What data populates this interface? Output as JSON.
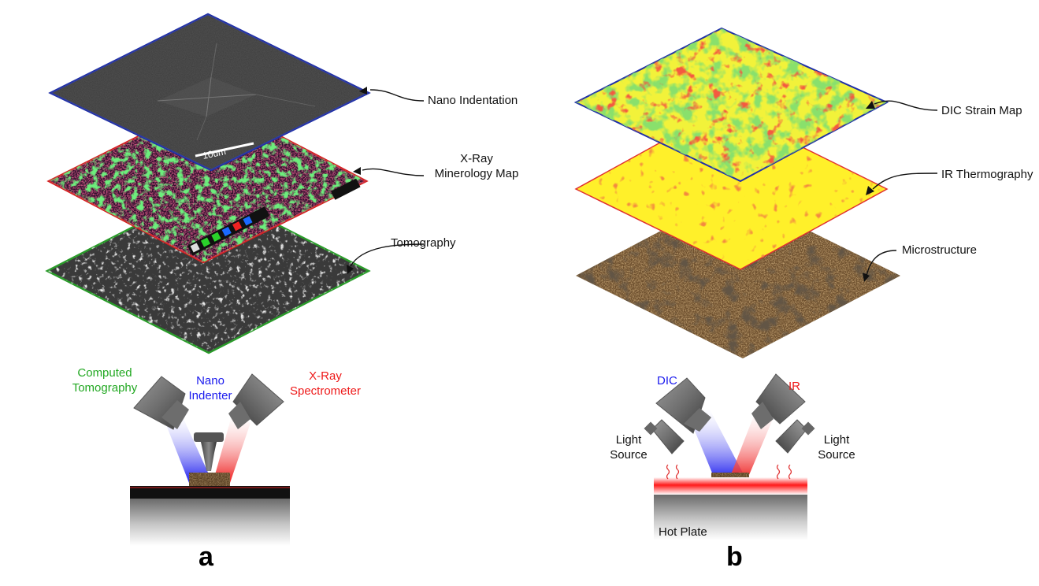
{
  "panel_a": {
    "letter": "a",
    "layers": {
      "nano_indentation": "Nano Indentation",
      "xray_map_line1": "X-Ray",
      "xray_map_line2": "Minerology Map",
      "tomography": "Tomography"
    },
    "scale_bar": "10um",
    "instruments": {
      "ct_line1": "Computed",
      "ct_line2": "Tomography",
      "nano_line1": "Nano",
      "nano_line2": "Indenter",
      "xray_line1": "X-Ray",
      "xray_line2": "Spectrometer"
    }
  },
  "panel_b": {
    "letter": "b",
    "layers": {
      "dic_strain": "DIC Strain Map",
      "ir_thermo": "IR Thermography",
      "microstructure": "Microstructure"
    },
    "instruments": {
      "dic": "DIC",
      "ir": "IR",
      "light_left_line1": "Light",
      "light_left_line2": "Source",
      "light_right_line1": "Light",
      "light_right_line2": "Source",
      "hot_plate": "Hot Plate"
    }
  },
  "colors": {
    "ct_green": "#22a822",
    "nano_blue": "#1a1aee",
    "xray_red": "#ee1a1a",
    "frame_blue": "#1f2fa8",
    "frame_red": "#d42020",
    "frame_green": "#2a9a2a"
  }
}
